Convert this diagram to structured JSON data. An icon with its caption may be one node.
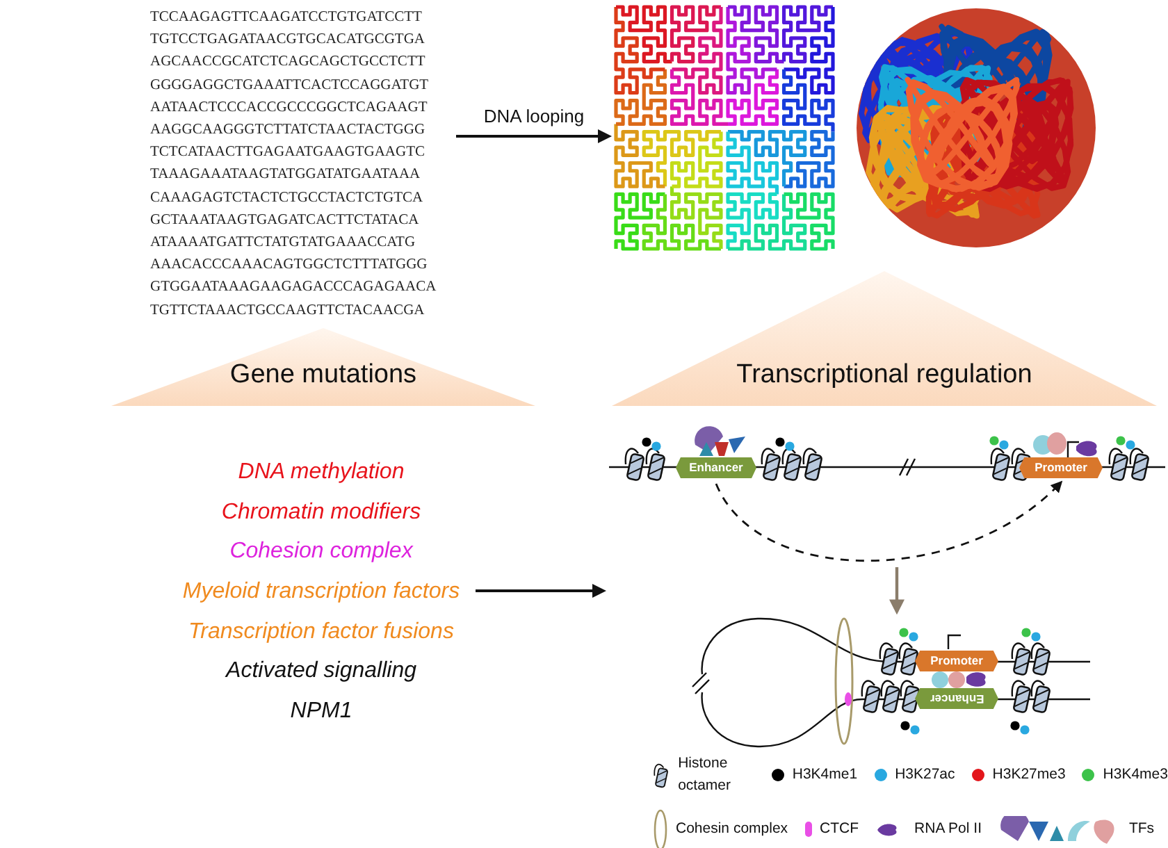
{
  "diagram": {
    "nodes": [
      {
        "text": [
          "TCCAAGAGTTCAAGATCCTGTGATCCTT",
          "TGTCCTGAGATAACGTGCACATGCGTGA",
          "AGCAACCGCATCTCAGCAGCTGCCTCTT",
          "GGGGAGGCTGAAATTCACTCCAGGATGT",
          "AATAACTCCCACCGCCCGGCTCAGAAGT",
          "AAGGCAAGGGTCTTATCTAACTACTGGG",
          "TCTCATAACTTGAGAATGAAGTGAAGTC",
          "TAAAGAAATAAGTATGGATATGAATAAA",
          "CAAAGAGTCTACTCTGCCTACTCTGTCA",
          "GCTAAATAAGTGAGATCACTTCTATACA",
          "ATAAAATGATTCTATGTATGAAACCATG",
          "AAACACCCAAACAGTGGCTCTTTATGGG",
          "GTGGAATAAAGAAGAGACCCAGAGAACA",
          "TGTTCTAAACTGCCAAGTTCTACAACGA"
        ]
      },
      {
        "text": [],
        "shape": "picture"
      },
      {
        "text": [],
        "shape": "picture"
      },
      {
        "text": [
          "Gene mutations"
        ]
      },
      {
        "text": [
          "Transcriptional regulation"
        ]
      },
      {
        "text": [
          "DNA methylation",
          "Chromatin modifiers",
          "Cohesion complex",
          "Myeloid transcription factors",
          "Transcription factor fusions",
          "Activated signalling",
          "NPM1"
        ]
      },
      {
        "text": [],
        "shape": "picture"
      },
      {
        "text": [
          "Enhancer"
        ],
        "in": 6
      },
      {
        "text": [
          "Promoter"
        ],
        "in": 6
      },
      {
        "text": [],
        "shape": "picture"
      },
      {
        "text": [
          "Promoter"
        ],
        "in": 9
      },
      {
        "text": [
          "Enhancer"
        ],
        "in": 9
      }
    ],
    "edges": [
      {
        "from": 0,
        "to": 1,
        "arrow": "to",
        "label": "DNA looping"
      },
      {
        "from": 5,
        "to": null,
        "arrow": "to"
      },
      {
        "from": 7,
        "to": 8,
        "arrow": "to",
        "style": "dashed"
      },
      {
        "from": null,
        "to": 9,
        "arrow": "to",
        "color": "#8b7d6b"
      }
    ],
    "legend": [
      {
        "text": "Histone octamer"
      },
      {
        "text": "H3K4me1",
        "color": "#000000"
      },
      {
        "text": "H3K27ac",
        "color": "#29a8e0"
      },
      {
        "text": "H3K27me3",
        "color": "#e3161b"
      },
      {
        "text": "H3K4me3",
        "color": "#3cc24a"
      },
      {
        "text": "Cohesin complex"
      },
      {
        "text": "CTCF",
        "color": "#e94fe6"
      },
      {
        "text": "RNA Pol II"
      },
      {
        "text": "TFs"
      }
    ]
  }
}
